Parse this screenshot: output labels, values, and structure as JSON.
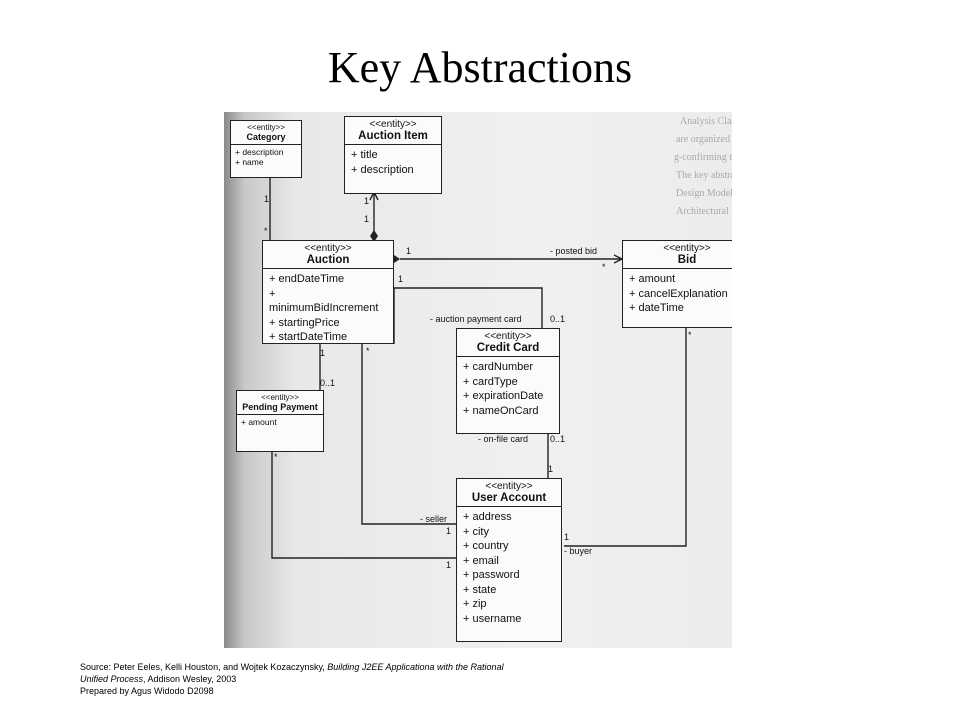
{
  "title": "Key Abstractions",
  "stereotype": "<<entity>>",
  "classes": {
    "category": {
      "name": "Category",
      "attributes": [
        "description",
        "name"
      ]
    },
    "auction_item": {
      "name": "Auction Item",
      "attributes": [
        "title",
        "description"
      ]
    },
    "auction": {
      "name": "Auction",
      "attributes": [
        "endDateTime",
        "minimumBidIncrement",
        "startingPrice",
        "startDateTime"
      ]
    },
    "bid": {
      "name": "Bid",
      "attributes": [
        "amount",
        "cancelExplanation",
        "dateTime"
      ]
    },
    "credit_card": {
      "name": "Credit Card",
      "attributes": [
        "cardNumber",
        "cardType",
        "expirationDate",
        "nameOnCard"
      ]
    },
    "pending_payment": {
      "name": "Pending Payment",
      "attributes": [
        "amount"
      ]
    },
    "user_account": {
      "name": "User Account",
      "attributes": [
        "address",
        "city",
        "country",
        "email",
        "password",
        "state",
        "zip",
        "username"
      ]
    }
  },
  "roles": {
    "posted_bid": "- posted bid",
    "auction_payment_card": "- auction payment card",
    "on_file_card": "- on-file card",
    "seller": "- seller",
    "buyer": "- buyer"
  },
  "multiplicities": {
    "one": "1",
    "many": "*",
    "zero_one": "0..1"
  },
  "background_text": [
    "Analysis Classes diagram.",
    "are organized and the",
    "g-confirming the Auction Item",
    "The key abstraction",
    "Design Model the",
    "Architectural Elements"
  ],
  "source": {
    "line1_prefix": "Source: Peter Eeles, Kelli Houston, and Wojtek Kozaczynsky, ",
    "line1_italic": "Building J2EE Applicationa with the Rational",
    "line2_italic": "Unified Process",
    "line2_rest": ", Addison Wesley, 2003",
    "line3": "Prepared by Agus Widodo D2098"
  }
}
